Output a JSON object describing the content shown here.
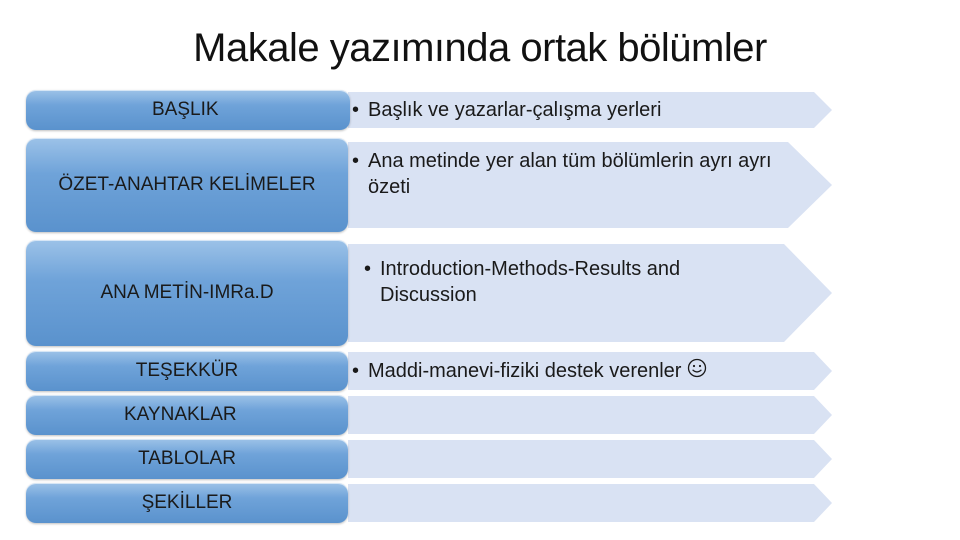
{
  "slide": {
    "title": "Makale yazımında ortak bölümler",
    "bullet_char": "•",
    "rows": [
      {
        "label": "BAŞLIK",
        "description": "Başlık ve yazarlar-çalışma yerleri"
      },
      {
        "label": "ÖZET-ANAHTAR KELİMELER",
        "description": "Ana metinde yer alan tüm bölümlerin ayrı ayrı özeti"
      },
      {
        "label": "ANA METİN-IMRa.D",
        "description": "Introduction-Methods-Results and Discussion"
      },
      {
        "label": "TEŞEKKÜR",
        "description": "Maddi-manevi-fiziki destek verenler"
      },
      {
        "label": "KAYNAKLAR",
        "description": ""
      },
      {
        "label": "TABLOLAR",
        "description": ""
      },
      {
        "label": "ŞEKİLLER",
        "description": ""
      }
    ]
  },
  "colors": {
    "box_top": "#9cc2e8",
    "box_bottom": "#5a92cd",
    "arrow_fill": "#d9e2f3"
  },
  "icons": {
    "teşekkür_row": "smiley-icon"
  }
}
